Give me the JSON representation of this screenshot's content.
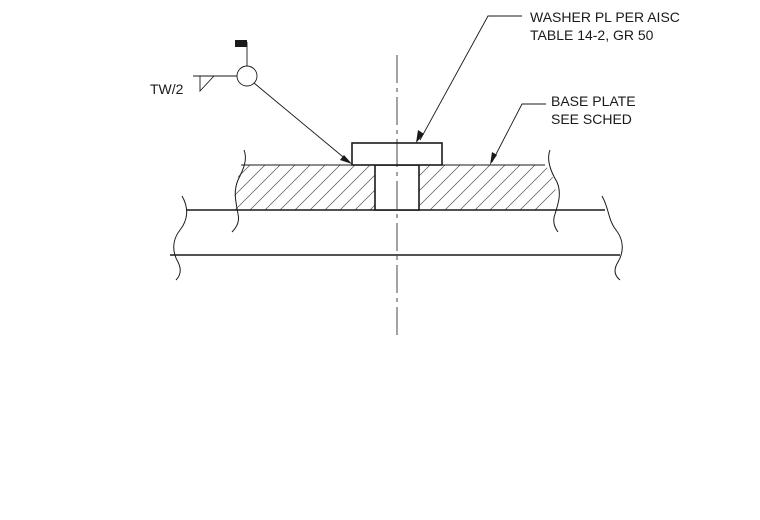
{
  "callouts": {
    "washer_line1": "WASHER PL PER AISC",
    "washer_line2": "TABLE 14-2, GR 50",
    "base_plate_line1": "BASE PLATE",
    "base_plate_line2": "SEE SCHED"
  },
  "weld": {
    "size_label": "TW/2",
    "symbol": "fillet-weld-all-around-field-weld-icon"
  },
  "colors": {
    "line": "#1a1a1a",
    "hatch": "#555555",
    "background": "#ffffff"
  }
}
